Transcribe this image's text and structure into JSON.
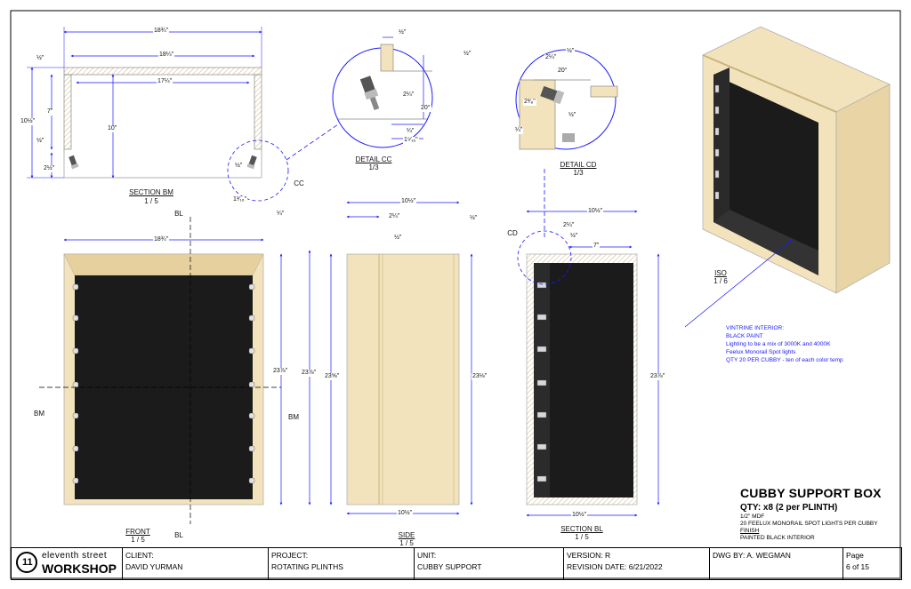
{
  "sheet": {
    "title": "CUBBY SUPPORT BOX",
    "qty": "QTY: x8 (2 per PLINTH)",
    "specs": [
      "1/2\" MDF",
      "20 FEELUX MONORAIL SPOT LIGHTS PER CUBBY",
      "FINISH",
      "PAINTED BLACK INTERIOR"
    ]
  },
  "notes": {
    "lines": [
      "VINTRINE INTERIOR:",
      "BLACK PAINT",
      "Lighting to be a mix of 3000K and 4000K",
      "Feelux Monorail Spot lights",
      "QTY 20 PER CUBBY - ten of each color temp"
    ]
  },
  "views": {
    "section_bm": {
      "name": "SECTION BM",
      "scale": "1 / 5"
    },
    "detail_cc": {
      "name": "DETAIL  CC",
      "scale": "1/3",
      "callout": "CC"
    },
    "detail_cd": {
      "name": "DETAIL  CD",
      "scale": "1/3",
      "callout": "CD"
    },
    "iso": {
      "name": "ISO",
      "scale": "1 / 6"
    },
    "front": {
      "name": "FRONT",
      "scale": "1 / 5"
    },
    "side": {
      "name": "SIDE",
      "scale": "1 / 5"
    },
    "section_bl": {
      "name": "SECTION BL",
      "scale": "1 / 5"
    }
  },
  "markers": {
    "bl_top": "BL",
    "bl_bottom": "BL",
    "bm_left": "BM",
    "bm_right": "BM"
  },
  "dims": {
    "bm_w_outer": "18¾\"",
    "bm_w_mid": "18¼\"",
    "bm_w_inner": "17¼\"",
    "bm_half": "½\"",
    "bm_h": "10½\"",
    "bm_7": "7\"",
    "bm_10": "10\"",
    "bm_half2": "½\"",
    "bm_2half": "2½\"",
    "bm_cc_half": "½\"",
    "bm_cc_13": "1³⁄₁₆\"",
    "bm_cc_quarter": "¼\"",
    "cc_half_top": "½\"",
    "cc_half_r": "½\"",
    "cc_2quarter": "2¼\"",
    "cc_20": "20°",
    "cc_quarter": "¼\"",
    "cc_1_5": "1⁵⁄₁₆\"",
    "cd_2quarter": "2¼\"",
    "cd_half_top": "½\"",
    "cd_20": "20°",
    "cd_2_3": "2³⁄₈\"",
    "cd_half": "½\"",
    "cd_quarter": "¼\"",
    "front_w": "18¾\"",
    "front_h": "23⅞\"",
    "side_w_top": "10½\"",
    "side_2quarter": "2¼\"",
    "side_half": "½\"",
    "side_half_r": "½\"",
    "side_h_l": "23⅞\"",
    "side_h_l2": "23⅝\"",
    "side_h_r": "23⅛\"",
    "side_w_bot": "10½\"",
    "bl_w_top": "10½\"",
    "bl_2quarter": "2¼\"",
    "bl_half": "½\"",
    "bl_7": "7\"",
    "bl_h": "23⅞\"",
    "bl_w_bot": "10½\""
  },
  "title_block": {
    "logo_number": "11",
    "logo_line1": "eleventh street",
    "logo_line2": "WORKSHOP",
    "client_label": "CLIENT:",
    "client_value": "DAVID YURMAN",
    "project_label": "PROJECT:",
    "project_value": "ROTATING PLINTHS",
    "unit_label": "UNIT:",
    "unit_value": "CUBBY SUPPORT",
    "version_label": "VERSION: R",
    "revision": "REVISION DATE: 6/21/2022",
    "drawn_by": "DWG BY: A. WEGMAN",
    "page_label": "Page",
    "page_value": "6 of 15"
  },
  "colors": {
    "mdf": "#f3e3bc",
    "mdf_edge": "#d9c38f",
    "interior": "#1b1b1b",
    "dim_line": "#1a1aff",
    "light": "#cfcfcf"
  }
}
